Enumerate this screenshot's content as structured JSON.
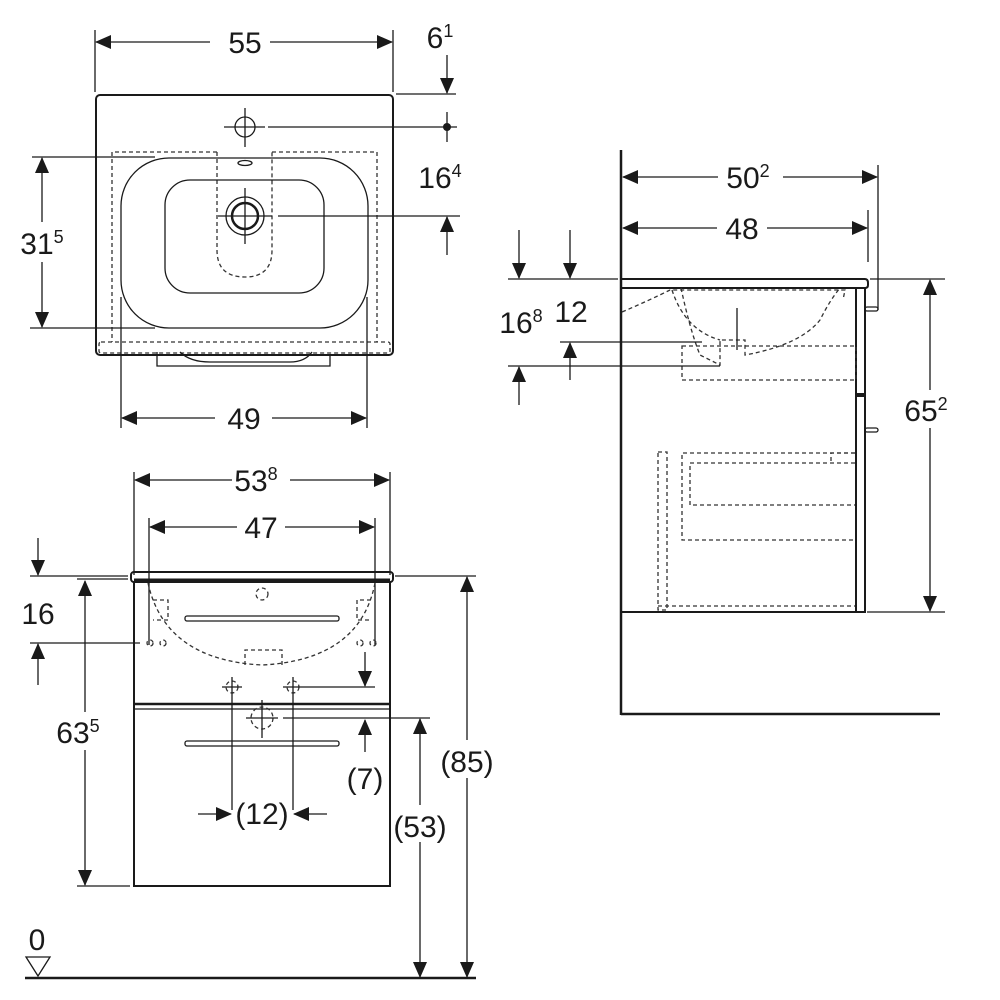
{
  "top_view": {
    "width": "55",
    "offset": {
      "main": "6",
      "sup": "1"
    },
    "tap_to_drain": {
      "main": "16",
      "sup": "4"
    },
    "depth": {
      "main": "31",
      "sup": "5"
    },
    "inner_width": "49"
  },
  "front_view": {
    "width": {
      "main": "53",
      "sup": "8"
    },
    "bowl_width": "47",
    "bowl_depth": "16",
    "cabinet_height": {
      "main": "63",
      "sup": "5"
    },
    "total_height": "(85)",
    "drain_height": "(53)",
    "drain_offset": "(7)",
    "pipe_spacing": "(12)",
    "floor_level": "0"
  },
  "side_view": {
    "depth": {
      "main": "50",
      "sup": "2"
    },
    "cabinet_depth": "48",
    "rim_to_drain": {
      "main": "16",
      "sup": "8"
    },
    "rim_to_outlet": "12",
    "height": {
      "main": "65",
      "sup": "2"
    }
  }
}
